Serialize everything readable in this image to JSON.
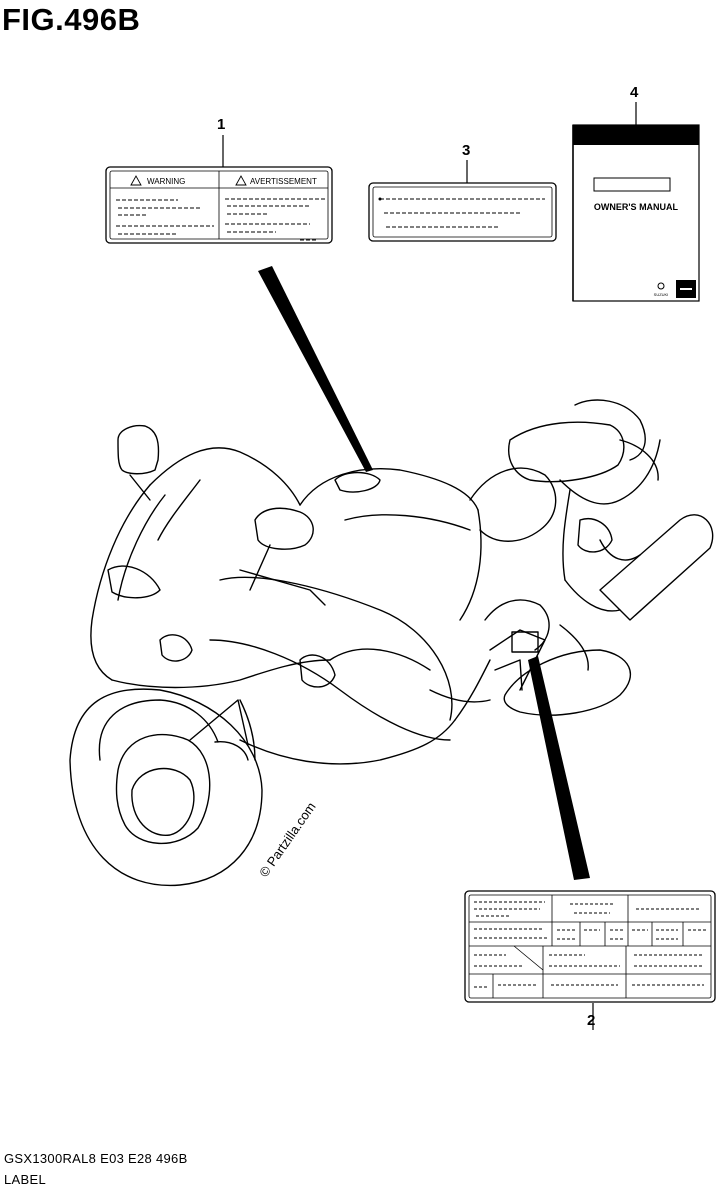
{
  "figure": {
    "title": "FIG.496B"
  },
  "callouts": [
    "1",
    "2",
    "3",
    "4"
  ],
  "warning_label": {
    "left_heading": "WARNING",
    "right_heading": "AVERTISSEMENT"
  },
  "manual": {
    "title": "OWNER'S MANUAL",
    "brand": "SUZUKI"
  },
  "watermark": "© Partzilla.com",
  "footer": {
    "code": "GSX1300RAL8  E03  E28  496B",
    "label": "LABEL"
  }
}
